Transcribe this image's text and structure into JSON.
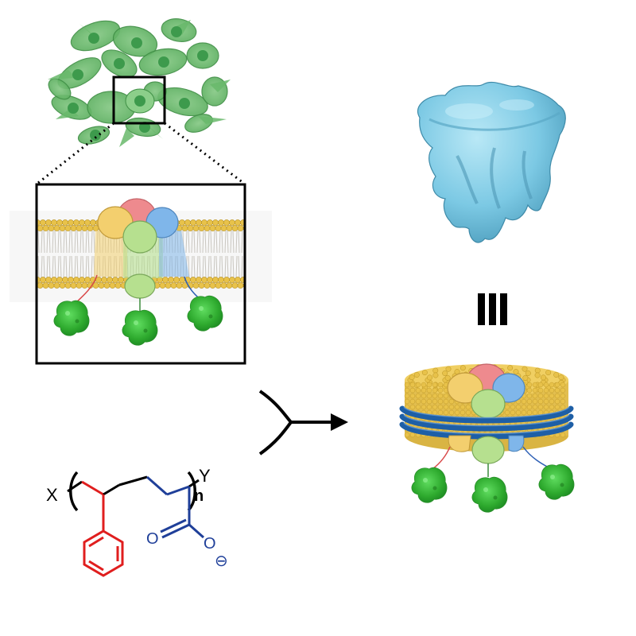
{
  "colors": {
    "cell_fill": "#69b96b",
    "cell_stroke": "#3f8f45",
    "nucleus": "#3d9a4c",
    "lipid_head": "#e8c24a",
    "lipid_tail": "#c9c6c0",
    "subunit_yellow": "#f3cf6e",
    "subunit_red": "#ee8a8e",
    "subunit_blue": "#7fb6ea",
    "subunit_green": "#b6e08f",
    "gfp": "#33b833",
    "protein_surface": "#7cc9e4",
    "msp_belt": "#1e5fa6",
    "styrene": "#e01e1e",
    "maleic": "#1f3f99"
  },
  "icons": {
    "cells": "cell-cluster-icon",
    "membrane": "lipid-bilayer-icon",
    "cryo_map": "cryo-em-density-icon",
    "nanodisc": "nanodisc-icon",
    "identity": "identity-symbol-icon",
    "merge_arrow": "merge-arrow-icon"
  },
  "polymer": {
    "left_end": "X",
    "right_end": "Y",
    "repeat": "n",
    "carbonyl_o": "O",
    "ester_o": "O",
    "charge": "⊖"
  }
}
